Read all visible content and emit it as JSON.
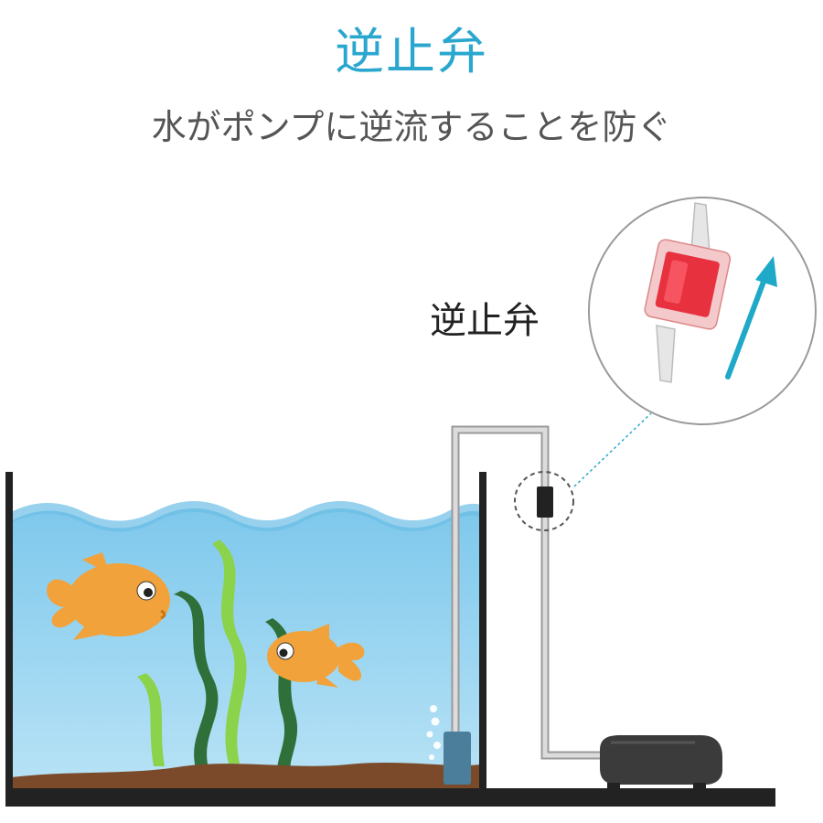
{
  "header": {
    "title": "逆止弁",
    "subtitle": "水がポンプに逆流することを防ぐ"
  },
  "callout": {
    "label": "逆止弁"
  },
  "colors": {
    "title": "#2aa7cf",
    "subtitle": "#555555",
    "water": "#8fd0ef",
    "soil": "#7a4a2a",
    "tank": "#222222",
    "fish": "#f2a23a",
    "valve_body": "#e8313f",
    "arrow": "#1ea9c9"
  },
  "icons": [
    "aquarium-tank",
    "goldfish",
    "seaweed",
    "air-stone",
    "air-pump",
    "check-valve",
    "flow-arrow"
  ]
}
